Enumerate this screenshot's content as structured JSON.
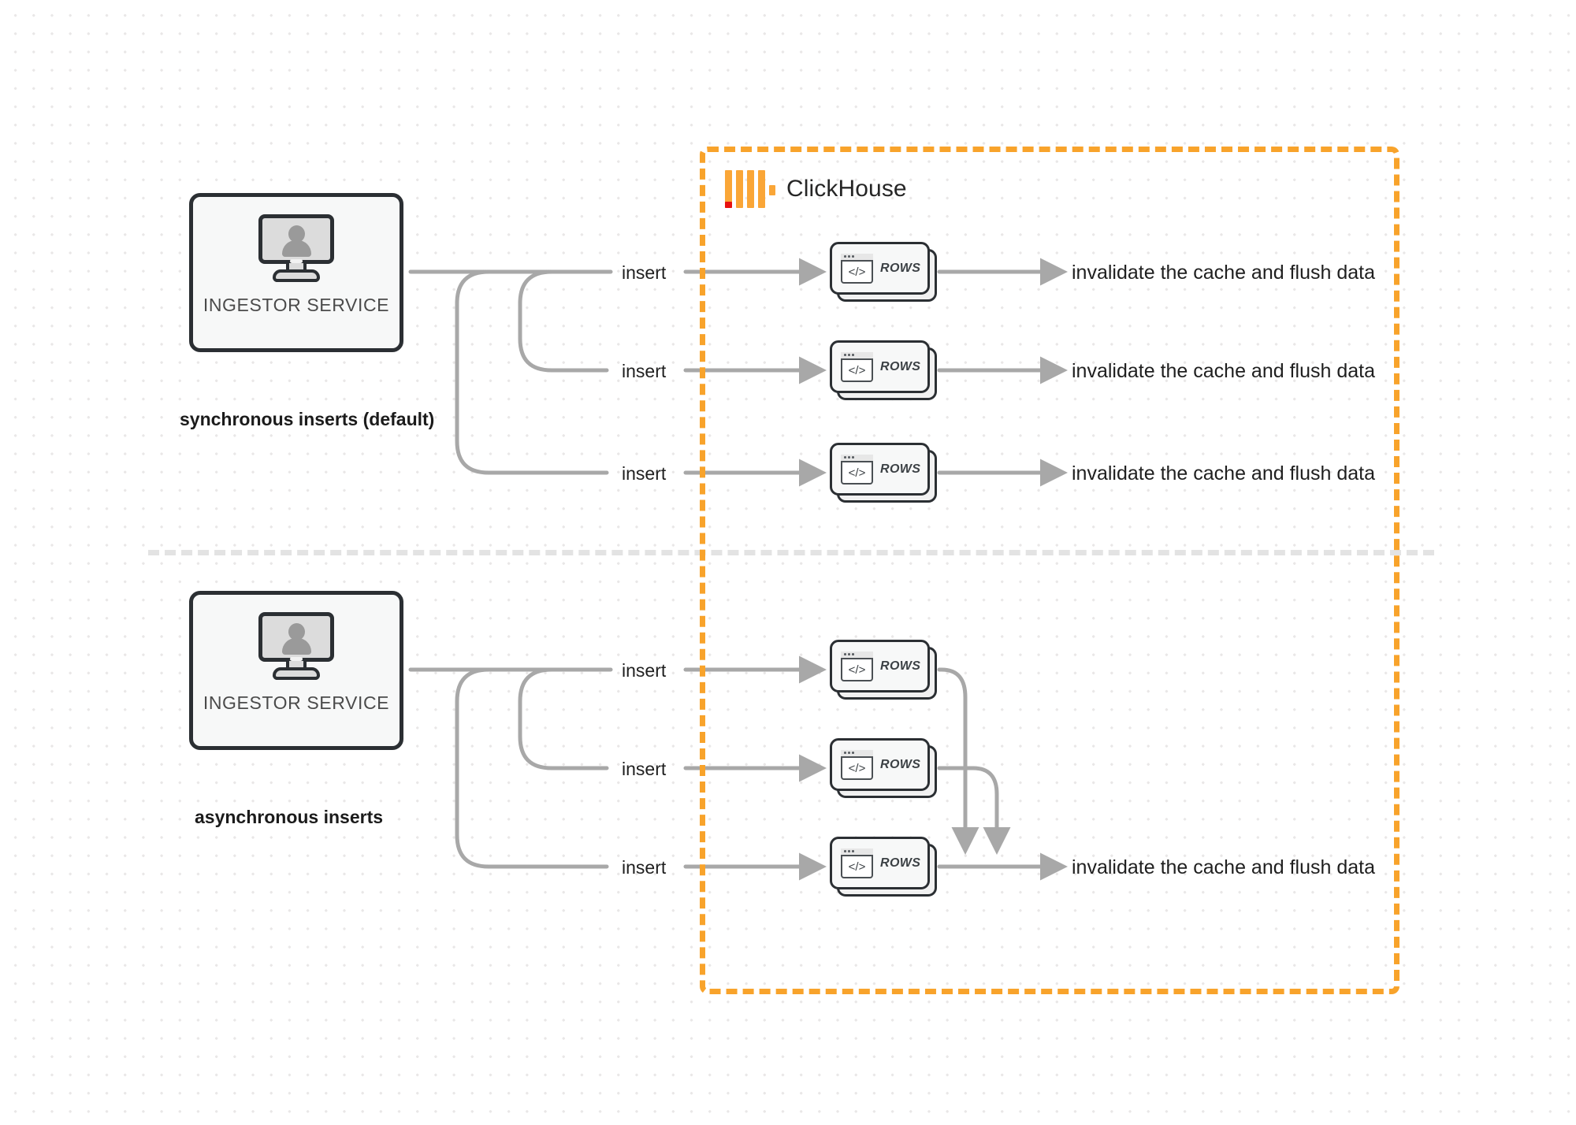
{
  "diagram": {
    "title": "ClickHouse synchronous vs asynchronous inserts",
    "colors": {
      "accent_orange": "#f8a32b",
      "logo_orange": "#faa637",
      "logo_red": "#e8110f",
      "wire_gray": "#a8a8a8",
      "node_border": "#2b2f33",
      "background": "#ffffff"
    }
  },
  "clickhouse": {
    "label": "ClickHouse",
    "logo_name": "clickhouse-logo"
  },
  "sections": [
    {
      "id": "synchronous",
      "caption": "synchronous inserts (default)",
      "service": {
        "label": "INGESTOR SERVICE",
        "icon": "monitor-user-icon"
      },
      "rows": [
        {
          "insert_label": "insert",
          "card_label": "ROWS",
          "card_icon": "code-window-icon",
          "output_label": "invalidate the cache and flush data"
        },
        {
          "insert_label": "insert",
          "card_label": "ROWS",
          "card_icon": "code-window-icon",
          "output_label": "invalidate the cache and flush data"
        },
        {
          "insert_label": "insert",
          "card_label": "ROWS",
          "card_icon": "code-window-icon",
          "output_label": "invalidate the cache and flush data"
        }
      ]
    },
    {
      "id": "asynchronous",
      "caption": "asynchronous inserts",
      "service": {
        "label": "INGESTOR SERVICE",
        "icon": "monitor-user-icon"
      },
      "rows": [
        {
          "insert_label": "insert",
          "card_label": "ROWS",
          "card_icon": "code-window-icon"
        },
        {
          "insert_label": "insert",
          "card_label": "ROWS",
          "card_icon": "code-window-icon"
        },
        {
          "insert_label": "insert",
          "card_label": "ROWS",
          "card_icon": "code-window-icon"
        }
      ],
      "merged_output_label": "invalidate the cache and flush data"
    }
  ]
}
